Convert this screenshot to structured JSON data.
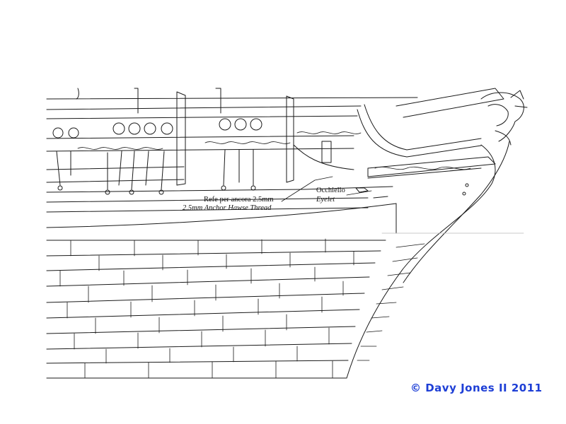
{
  "labels": {
    "anchor_hawse_it": "Refe per ancora 2.5mm",
    "anchor_hawse_en": "2.5mm Anchor Hawse Thread",
    "eyelet_it": "Occhiello",
    "eyelet_en": "Eyelet"
  },
  "copyright": "© Davy Jones II 2011",
  "colors": {
    "line": "#1a1a1a",
    "copyright": "#1e3fd6",
    "background": "#ffffff"
  }
}
